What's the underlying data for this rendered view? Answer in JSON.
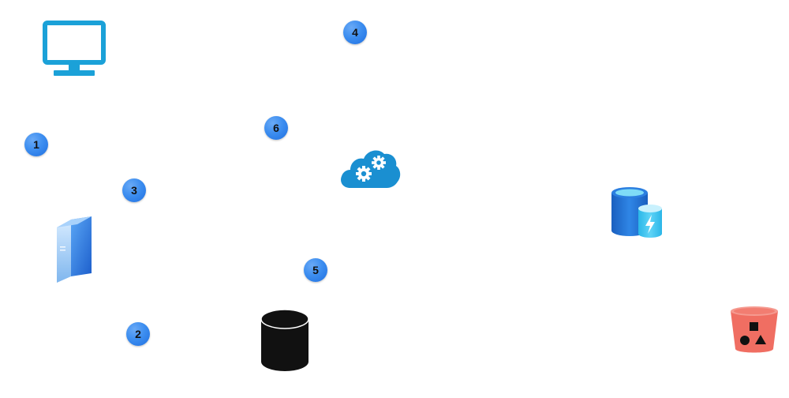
{
  "diagram": {
    "steps": [
      {
        "id": "step-1",
        "label": "1"
      },
      {
        "id": "step-2",
        "label": "2"
      },
      {
        "id": "step-3",
        "label": "3"
      },
      {
        "id": "step-4",
        "label": "4"
      },
      {
        "id": "step-5",
        "label": "5"
      },
      {
        "id": "step-6",
        "label": "6"
      }
    ],
    "icons": [
      {
        "name": "monitor-icon",
        "color": "#1ba1d8"
      },
      {
        "name": "server-icon",
        "color": "#2a6fd6"
      },
      {
        "name": "database-cylinder-icon",
        "color": "#111111"
      },
      {
        "name": "cloud-gears-icon",
        "color": "#1a8fd1"
      },
      {
        "name": "cache-database-icon",
        "color": "#1e6fd0"
      },
      {
        "name": "storage-bucket-icon",
        "color": "#f06e62"
      }
    ],
    "badge_color": "#3d8ef0"
  }
}
